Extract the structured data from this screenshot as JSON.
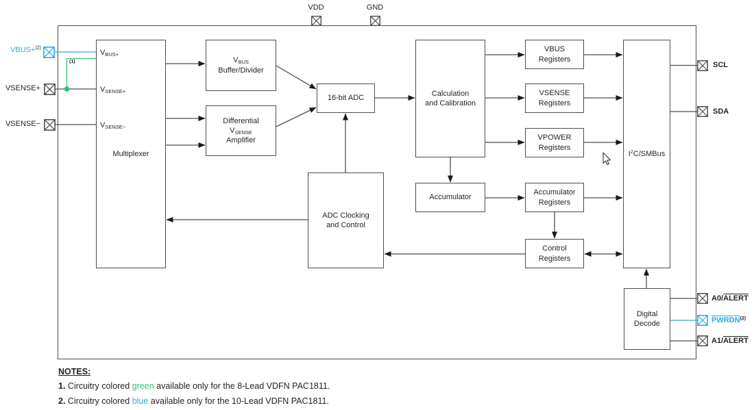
{
  "colors": {
    "line": "#4D4D4D",
    "blue": "#29ABE2",
    "green": "#30BE76",
    "text": "#231F20"
  },
  "pins": {
    "vdd": {
      "label": "VDD"
    },
    "gnd": {
      "label": "GND"
    },
    "vbus_plus": {
      "label": "VBUS+",
      "sup": "(2)"
    },
    "vsense_plus": {
      "label": "VSENSE+"
    },
    "vsense_minus": {
      "label": "VSENSE−"
    },
    "scl": {
      "label": "SCL"
    },
    "sda": {
      "label": "SDA"
    },
    "a0_alert": {
      "prefix": "A0/",
      "overline": "ALERT"
    },
    "pwrdn": {
      "overline": "PWRDN",
      "sup": "(2)"
    },
    "a1_alert": {
      "prefix": "A1/",
      "overline": "ALERT"
    }
  },
  "annotations": {
    "note1_ref": "(1)"
  },
  "blocks": {
    "multiplexer": {
      "label": "Multiplexer",
      "inputs": [
        {
          "main": "V",
          "sub": "BUS+"
        },
        {
          "main": "V",
          "sub": "SENSE+"
        },
        {
          "main": "V",
          "sub": "SENSE−"
        }
      ]
    },
    "vbus_buffer": {
      "line1_main": "V",
      "line1_sub": "BUS",
      "line2": "Buffer/Divider"
    },
    "diff_amp": {
      "line1": "Differential",
      "line2_main": "V",
      "line2_sub": "SENSE",
      "line3": "Amplifier"
    },
    "adc": {
      "label": "16-bit ADC"
    },
    "calc": {
      "line1": "Calculation",
      "line2": "and Calibration"
    },
    "vbus_reg": {
      "line1": "VBUS",
      "line2": "Registers"
    },
    "vsense_reg": {
      "line1": "VSENSE",
      "line2": "Registers"
    },
    "vpower_reg": {
      "line1": "VPOWER",
      "line2": "Registers"
    },
    "accumulator": {
      "label": "Accumulator"
    },
    "accum_reg": {
      "line1": "Accumulator",
      "line2": "Registers"
    },
    "ctrl_reg": {
      "line1": "Control",
      "line2": "Registers"
    },
    "adc_clock": {
      "line1": "ADC Clocking",
      "line2": "and Control"
    },
    "i2c": {
      "pre": "I",
      "sup": "2",
      "post": "C/SMBus"
    },
    "digital_decode": {
      "line1": "Digital",
      "line2": "Decode"
    }
  },
  "notes": {
    "heading": "NOTES:",
    "items": [
      {
        "num": "1.",
        "pre": " Circuitry colored ",
        "colored_word": "green",
        "post": " available only for the 8-Lead VDFN PAC1811."
      },
      {
        "num": "2.",
        "pre": " Circuitry colored ",
        "colored_word": "blue",
        "post": " available only for the 10-Lead VDFN PAC1811."
      }
    ]
  }
}
